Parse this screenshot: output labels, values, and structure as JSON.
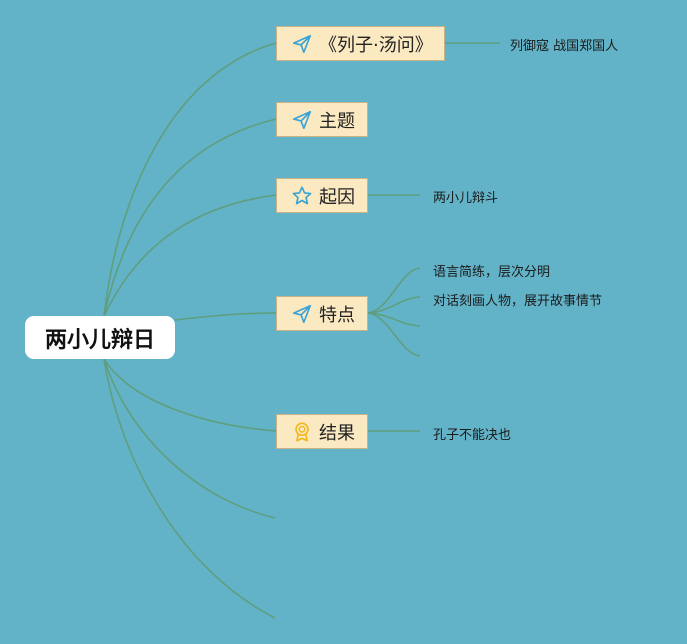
{
  "root": {
    "label": "两小儿辩日"
  },
  "branches": [
    {
      "label": "《列子·汤问》",
      "icon": "paper-plane-icon",
      "leaves": [
        "列御寇 战国郑国人"
      ]
    },
    {
      "label": "主题",
      "icon": "paper-plane-icon",
      "leaves": []
    },
    {
      "label": "起因",
      "icon": "star-icon",
      "leaves": [
        "两小儿辩斗"
      ]
    },
    {
      "label": "特点",
      "icon": "paper-plane-icon",
      "leaves": [
        "语言简练，层次分明",
        "对话刻画人物，展开故事情节"
      ]
    },
    {
      "label": "结果",
      "icon": "award-badge-icon",
      "leaves": [
        "孔子不能决也"
      ]
    }
  ],
  "colors": {
    "background": "#62b3c8",
    "connector": "#5f9e7e",
    "node_fill": "#fbe9c2",
    "icon_blue": "#3aa3d6",
    "icon_gold": "#f2b81e"
  }
}
